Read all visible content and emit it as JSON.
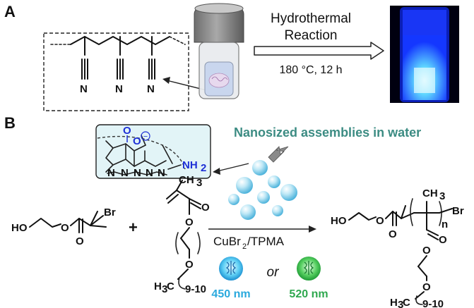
{
  "panel_a": {
    "label": "A",
    "arrow_text_line1": "Hydrothermal",
    "arrow_text_line2": "Reaction",
    "conditions": "180 °C, 12 h",
    "atom_n": "N"
  },
  "panel_b": {
    "label": "B",
    "assemblies_caption": "Nanosized assemblies in water",
    "reagent_catalyst": "CuBr",
    "reagent_catalyst_sub": "2",
    "reagent_ligand": "/TPMA",
    "or_text": "or",
    "wavelength_blue": "450 nm",
    "wavelength_green": "520 nm",
    "plus": "+",
    "atoms": {
      "ho": "HO",
      "br": "Br",
      "o": "O",
      "n": "N",
      "nh": "NH",
      "nh_sub": "2",
      "ch": "CH",
      "ch_sub": "3",
      "h3c_h": "H",
      "h3c_sub": "3",
      "h3c_c": "C",
      "repeat_range": "9-10",
      "repeat_n": "n",
      "minus": "−"
    }
  },
  "colors": {
    "teal_caption": "#3c8c83",
    "blue_wavelength": "#2aa9dd",
    "green_wavelength": "#2fa84f",
    "amine_blue": "#1d2fd6",
    "panel_bg": "#e2f4f7",
    "vial_glow": "#3a6cff"
  }
}
